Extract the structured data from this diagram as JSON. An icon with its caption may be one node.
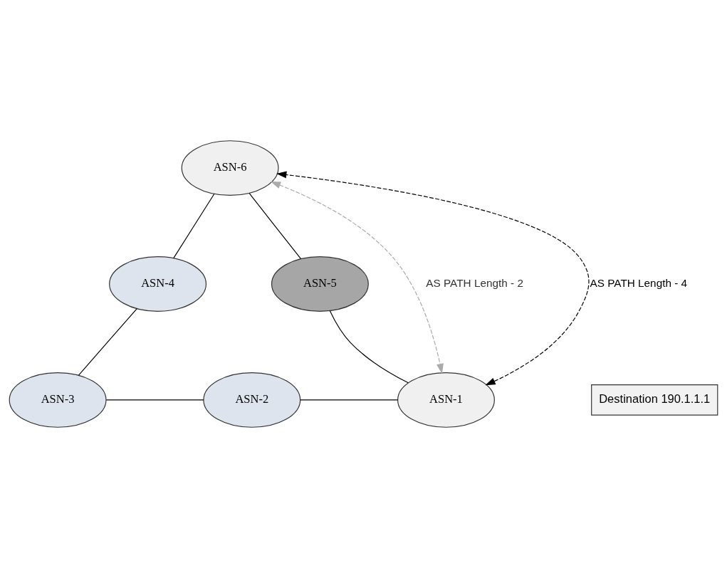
{
  "diagram": {
    "nodes": [
      {
        "text": [
          "ASN-6"
        ]
      },
      {
        "text": [
          "ASN-4"
        ]
      },
      {
        "text": [
          "ASN-5"
        ]
      },
      {
        "text": [
          "ASN-3"
        ]
      },
      {
        "text": [
          "ASN-2"
        ]
      },
      {
        "text": [
          "ASN-1"
        ]
      },
      {
        "text": [
          "Destination 190.1.1.1"
        ]
      }
    ],
    "edges": [
      {
        "from": 0,
        "to": 1,
        "arrow": "none"
      },
      {
        "from": 0,
        "to": 2,
        "arrow": "none"
      },
      {
        "from": 1,
        "to": 3,
        "arrow": "none"
      },
      {
        "from": 2,
        "to": 5,
        "arrow": "none"
      },
      {
        "from": 3,
        "to": 4,
        "arrow": "none"
      },
      {
        "from": 4,
        "to": 5,
        "arrow": "none"
      },
      {
        "from": 5,
        "to": 0,
        "arrow": "both",
        "style": "dashed",
        "label": "AS PATH Length - 4"
      },
      {
        "from": 0,
        "to": 5,
        "arrow": "both",
        "style": "dashed",
        "color": "#aaaaaa",
        "label": "AS PATH Length - 2"
      }
    ]
  }
}
